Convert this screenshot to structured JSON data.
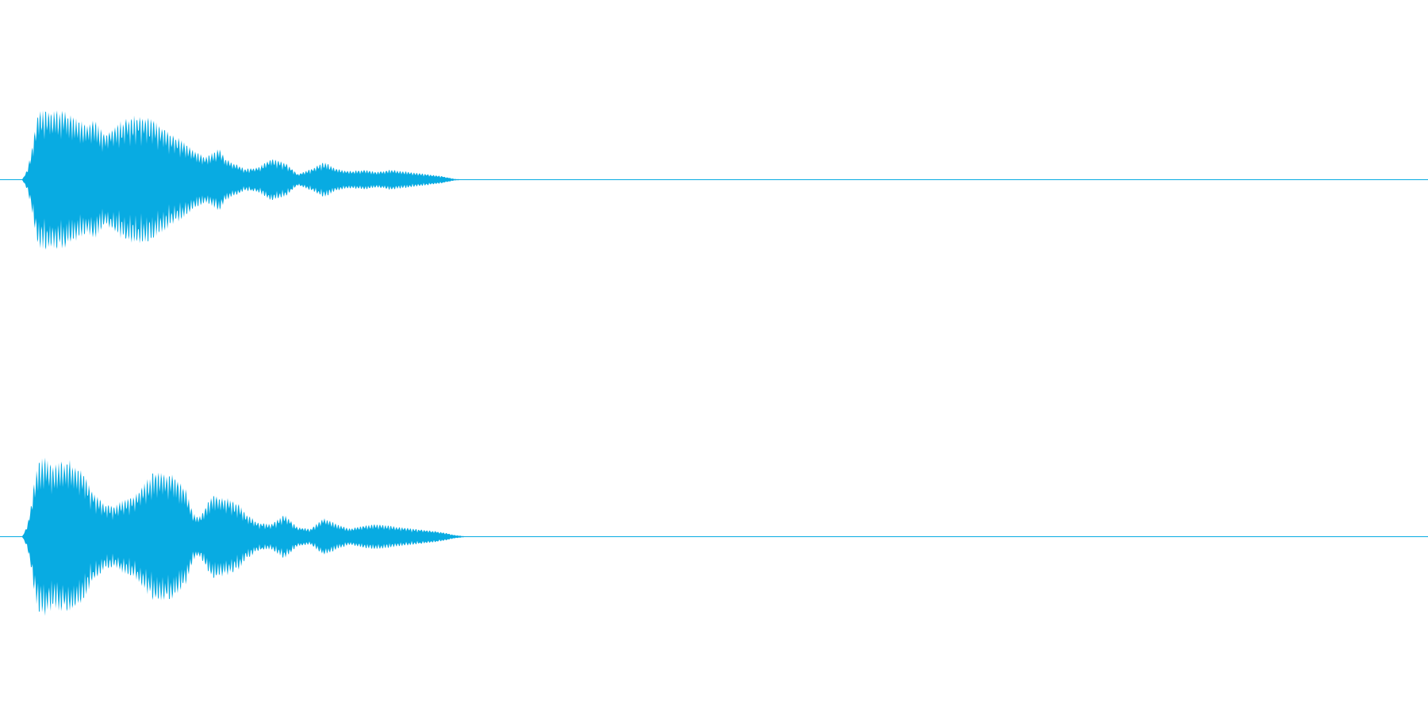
{
  "colors": {
    "background": "#ffffff",
    "waveform": "#08abe2",
    "center_line": "#08abe2"
  },
  "channels": [
    {
      "id": "channel-1",
      "envelope": {
        "t": [
          0,
          0.004,
          0.008,
          0.012,
          0.018,
          0.022,
          0.026,
          0.032,
          0.04,
          0.05,
          0.055,
          0.062,
          0.07,
          0.075,
          0.085,
          0.095,
          0.105,
          0.115,
          0.12,
          0.13,
          0.14,
          0.15,
          0.155,
          0.17,
          0.18,
          0.19,
          0.2,
          0.21,
          0.22,
          0.23,
          0.24,
          0.25,
          0.26,
          0.27,
          0.28,
          0.3,
          0.32,
          0.33,
          0.34
        ],
        "amp": [
          0,
          0.15,
          0.5,
          0.95,
          0.98,
          0.95,
          0.97,
          0.96,
          0.9,
          0.75,
          0.85,
          0.65,
          0.72,
          0.82,
          0.9,
          0.88,
          0.78,
          0.62,
          0.58,
          0.42,
          0.32,
          0.44,
          0.3,
          0.15,
          0.18,
          0.3,
          0.25,
          0.08,
          0.15,
          0.25,
          0.15,
          0.12,
          0.14,
          0.11,
          0.14,
          0.1,
          0.05,
          0.01,
          0
        ]
      }
    },
    {
      "id": "channel-2",
      "envelope": {
        "t": [
          0,
          0.004,
          0.008,
          0.012,
          0.018,
          0.024,
          0.03,
          0.036,
          0.045,
          0.055,
          0.062,
          0.07,
          0.075,
          0.085,
          0.1,
          0.115,
          0.125,
          0.13,
          0.135,
          0.145,
          0.155,
          0.165,
          0.17,
          0.18,
          0.19,
          0.2,
          0.21,
          0.22,
          0.23,
          0.24,
          0.25,
          0.26,
          0.27,
          0.28,
          0.3,
          0.32,
          0.33,
          0.34
        ],
        "amp": [
          0,
          0.15,
          0.55,
          0.97,
          1.0,
          0.9,
          0.95,
          0.97,
          0.85,
          0.55,
          0.42,
          0.38,
          0.45,
          0.5,
          0.82,
          0.78,
          0.6,
          0.3,
          0.25,
          0.52,
          0.5,
          0.42,
          0.3,
          0.18,
          0.16,
          0.28,
          0.12,
          0.1,
          0.24,
          0.16,
          0.1,
          0.14,
          0.16,
          0.14,
          0.1,
          0.06,
          0.02,
          0
        ]
      }
    }
  ]
}
